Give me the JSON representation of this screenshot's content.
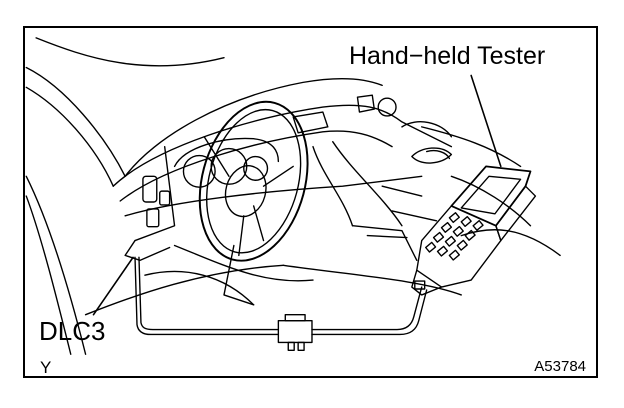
{
  "labels": {
    "hand_held_tester": "Hand−held Tester",
    "dlc3": "DLC3",
    "corner_code": "Y",
    "figure_code": "A53784"
  },
  "colors": {
    "line": "#000000",
    "background": "#ffffff"
  }
}
